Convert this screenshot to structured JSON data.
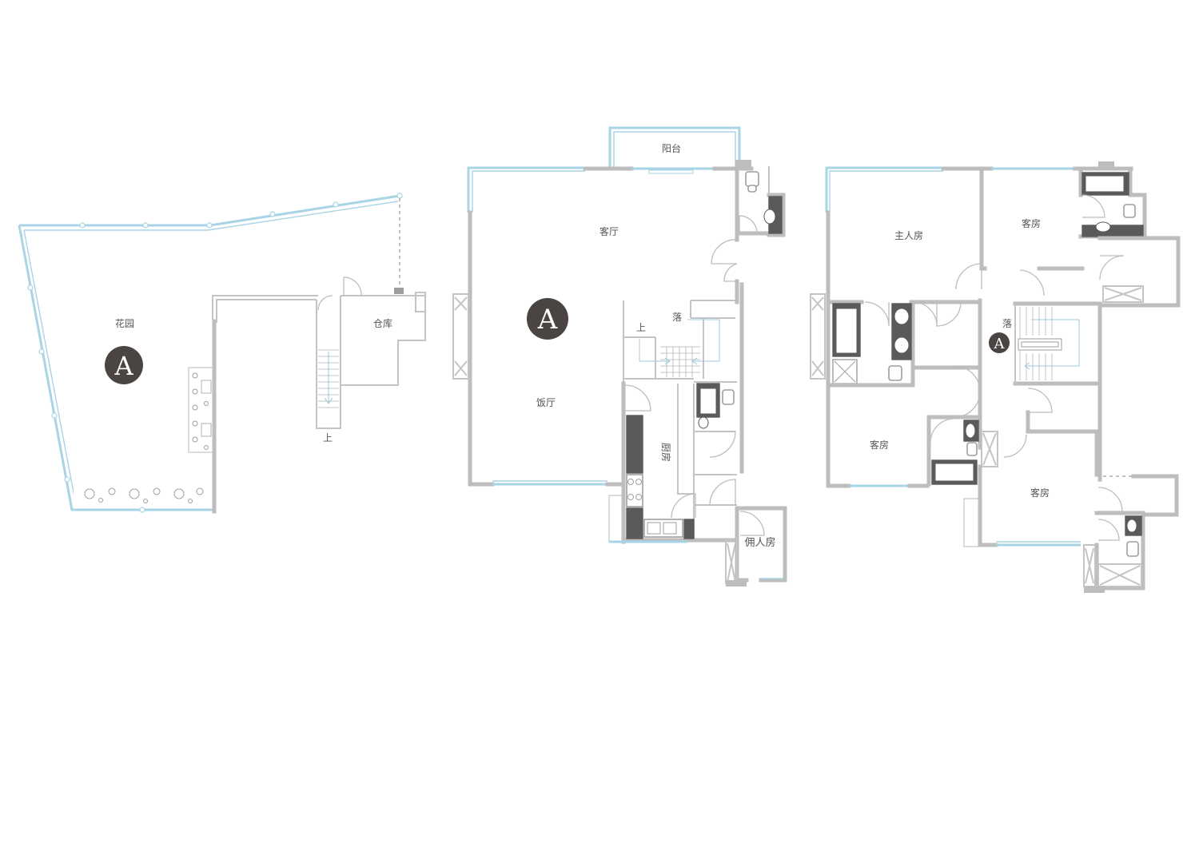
{
  "marker": {
    "letter": "A"
  },
  "plans": {
    "garden_level": {
      "garden_label": "花园",
      "storage_label": "仓库",
      "stair_up_label": "上"
    },
    "main_level": {
      "balcony_label": "阳台",
      "living_label": "客厅",
      "dining_label": "饭厅",
      "kitchen_label": "厨房",
      "maid_label": "佣人房",
      "stair_down_label": "落",
      "stair_up_label": "上"
    },
    "upper_level": {
      "master_label": "主人房",
      "guest1_label": "客房",
      "guest2_label": "客房",
      "guest3_label": "客房",
      "stair_down_label": "落"
    }
  },
  "colors": {
    "wall": "#bdbdbd",
    "window": "#a9d4e6",
    "fixture_dark": "#5a5a5a",
    "marker": "#4a4543"
  }
}
